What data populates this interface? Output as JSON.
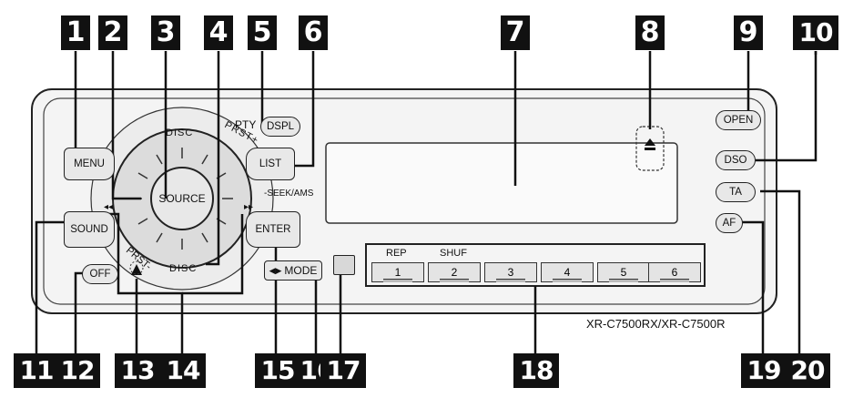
{
  "callouts": [
    "1",
    "2",
    "3",
    "4",
    "5",
    "6",
    "7",
    "8",
    "9",
    "10",
    "11",
    "12",
    "13",
    "14",
    "15",
    "16",
    "17",
    "18",
    "19",
    "20"
  ],
  "buttons": {
    "menu": "MENU",
    "source": "SOURCE",
    "sound": "SOUND",
    "off": "OFF",
    "dspl": "DSPL",
    "list": "LIST",
    "enter": "ENTER",
    "mode": "MODE",
    "open": "OPEN",
    "dso": "DSO",
    "ta": "TA",
    "af": "AF"
  },
  "labels": {
    "pty": "PTY",
    "disc_top": "DISC",
    "disc_bottom": "DISC",
    "prst_plus": "PRST+",
    "prst_minus": "PRST-",
    "seek_ams": "-SEEK/AMS",
    "rep": "REP",
    "shuf": "SHUF",
    "model": "XR-C7500RX/XR-C7500R"
  },
  "presets": [
    "1",
    "2",
    "3",
    "4",
    "5",
    "6"
  ]
}
